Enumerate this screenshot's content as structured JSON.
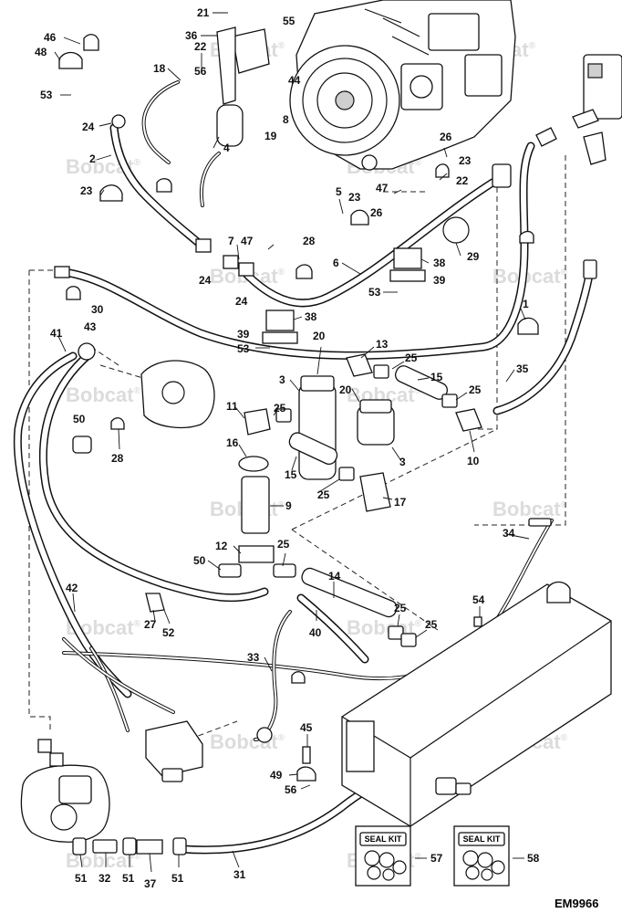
{
  "callouts": [
    {
      "id": "c21",
      "label": "21"
    },
    {
      "id": "c46",
      "label": "46"
    },
    {
      "id": "c36",
      "label": "36"
    },
    {
      "id": "c55",
      "label": "55"
    },
    {
      "id": "c48",
      "label": "48"
    },
    {
      "id": "c22a",
      "label": "22"
    },
    {
      "id": "c18",
      "label": "18"
    },
    {
      "id": "c56a",
      "label": "56"
    },
    {
      "id": "c44",
      "label": "44"
    },
    {
      "id": "c53a",
      "label": "53"
    },
    {
      "id": "c24a",
      "label": "24"
    },
    {
      "id": "c8",
      "label": "8"
    },
    {
      "id": "c19",
      "label": "19"
    },
    {
      "id": "c2",
      "label": "2"
    },
    {
      "id": "c4",
      "label": "4"
    },
    {
      "id": "c26a",
      "label": "26"
    },
    {
      "id": "c23a",
      "label": "23"
    },
    {
      "id": "c22b",
      "label": "22"
    },
    {
      "id": "c23b",
      "label": "23"
    },
    {
      "id": "c5",
      "label": "5"
    },
    {
      "id": "c47a",
      "label": "47"
    },
    {
      "id": "c23c",
      "label": "23"
    },
    {
      "id": "c26b",
      "label": "26"
    },
    {
      "id": "c7",
      "label": "7"
    },
    {
      "id": "c47b",
      "label": "47"
    },
    {
      "id": "c28a",
      "label": "28"
    },
    {
      "id": "c29",
      "label": "29"
    },
    {
      "id": "c6",
      "label": "6"
    },
    {
      "id": "c38a",
      "label": "38"
    },
    {
      "id": "c24b",
      "label": "24"
    },
    {
      "id": "c39a",
      "label": "39"
    },
    {
      "id": "c53b",
      "label": "53"
    },
    {
      "id": "c24c",
      "label": "24"
    },
    {
      "id": "c30",
      "label": "30"
    },
    {
      "id": "c38b",
      "label": "38"
    },
    {
      "id": "c1",
      "label": "1"
    },
    {
      "id": "c39b",
      "label": "39"
    },
    {
      "id": "c53c",
      "label": "53"
    },
    {
      "id": "c41",
      "label": "41"
    },
    {
      "id": "c43",
      "label": "43"
    },
    {
      "id": "c20a",
      "label": "20"
    },
    {
      "id": "c13",
      "label": "13"
    },
    {
      "id": "c25a",
      "label": "25"
    },
    {
      "id": "c3a",
      "label": "3"
    },
    {
      "id": "c15a",
      "label": "15"
    },
    {
      "id": "c35",
      "label": "35"
    },
    {
      "id": "c20b",
      "label": "20"
    },
    {
      "id": "c25b",
      "label": "25"
    },
    {
      "id": "c11",
      "label": "11"
    },
    {
      "id": "c25c",
      "label": "25"
    },
    {
      "id": "c50a",
      "label": "50"
    },
    {
      "id": "c16",
      "label": "16"
    },
    {
      "id": "c10",
      "label": "10"
    },
    {
      "id": "c28b",
      "label": "28"
    },
    {
      "id": "c3b",
      "label": "3"
    },
    {
      "id": "c15b",
      "label": "15"
    },
    {
      "id": "c25d",
      "label": "25"
    },
    {
      "id": "c17",
      "label": "17"
    },
    {
      "id": "c9",
      "label": "9"
    },
    {
      "id": "c34",
      "label": "34"
    },
    {
      "id": "c12",
      "label": "12"
    },
    {
      "id": "c25e",
      "label": "25"
    },
    {
      "id": "c50b",
      "label": "50"
    },
    {
      "id": "c14",
      "label": "14"
    },
    {
      "id": "c42",
      "label": "42"
    },
    {
      "id": "c54",
      "label": "54"
    },
    {
      "id": "c25f",
      "label": "25"
    },
    {
      "id": "c27",
      "label": "27"
    },
    {
      "id": "c52",
      "label": "52"
    },
    {
      "id": "c40",
      "label": "40"
    },
    {
      "id": "c25g",
      "label": "25"
    },
    {
      "id": "c33",
      "label": "33"
    },
    {
      "id": "c45",
      "label": "45"
    },
    {
      "id": "c49",
      "label": "49"
    },
    {
      "id": "c56b",
      "label": "56"
    },
    {
      "id": "c57",
      "label": "57"
    },
    {
      "id": "c58",
      "label": "58"
    },
    {
      "id": "c31",
      "label": "31"
    },
    {
      "id": "c51a",
      "label": "51"
    },
    {
      "id": "c32",
      "label": "32"
    },
    {
      "id": "c51b",
      "label": "51"
    },
    {
      "id": "c37",
      "label": "37"
    },
    {
      "id": "c51c",
      "label": "51"
    }
  ],
  "seal_kit_label": "SEAL KIT",
  "watermark": "Bobcat",
  "watermark_mark": "®",
  "reference_code": "EM9966",
  "colors": {
    "ink": "#111111",
    "watermark": "#dcdcdc",
    "paper": "#ffffff"
  }
}
